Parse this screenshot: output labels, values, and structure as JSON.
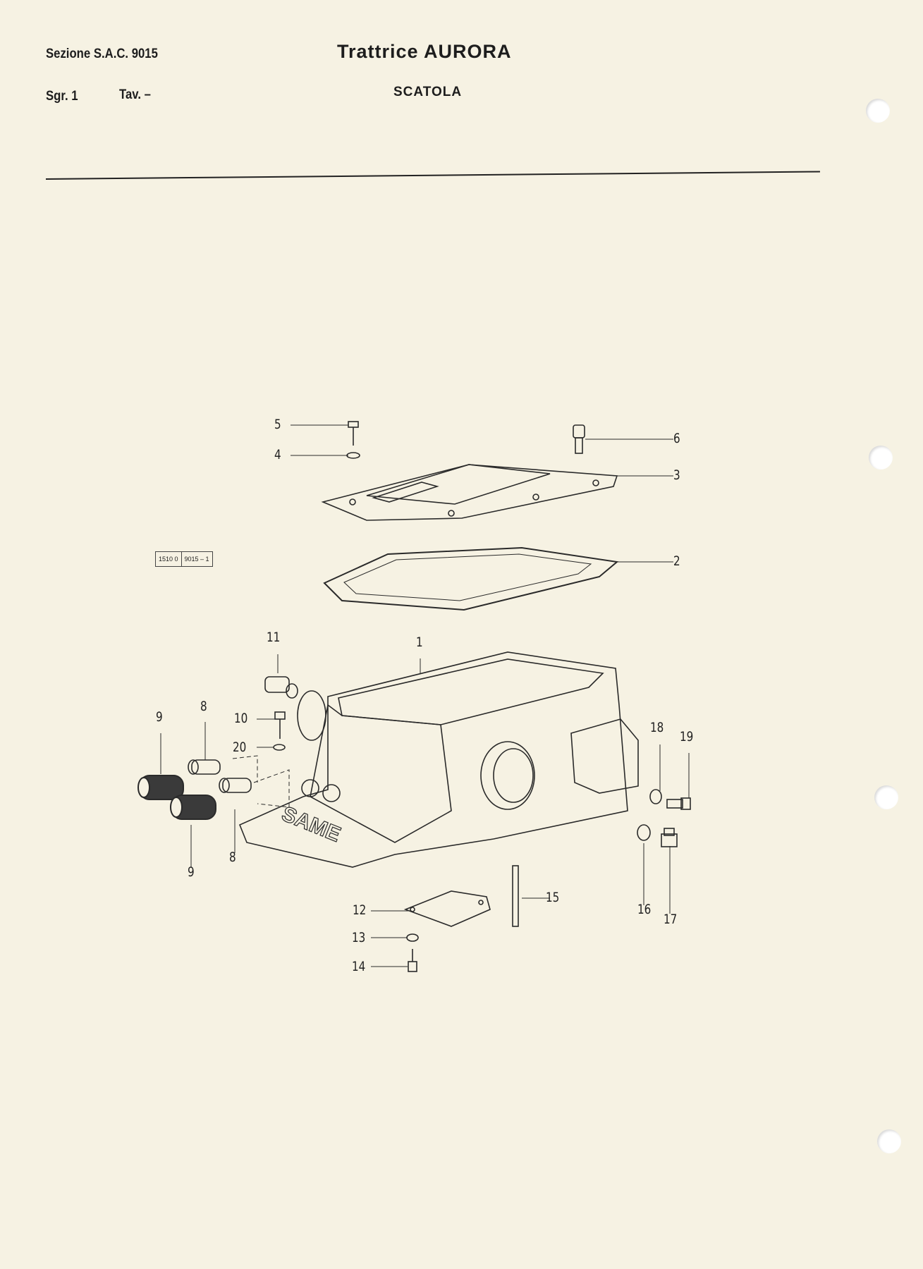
{
  "header": {
    "section": "Sezione S.A.C. 9015",
    "title": "Trattrice  AURORA",
    "subgroup": "Sgr. 1",
    "table": "Tav. –",
    "subtitle": "SCATOLA"
  },
  "reference_box": [
    "1510 0",
    "9015 – 1"
  ],
  "diagram": {
    "callouts": {
      "c1": "1",
      "c2": "2",
      "c3": "3",
      "c4": "4",
      "c5": "5",
      "c6": "6",
      "c8a": "8",
      "c8b": "8",
      "c9a": "9",
      "c9b": "9",
      "c10": "10",
      "c11": "11",
      "c12": "12",
      "c13": "13",
      "c14": "14",
      "c15": "15",
      "c16": "16",
      "c17": "17",
      "c18": "18",
      "c19": "19",
      "c20": "20"
    },
    "logo_text": "SAME"
  }
}
